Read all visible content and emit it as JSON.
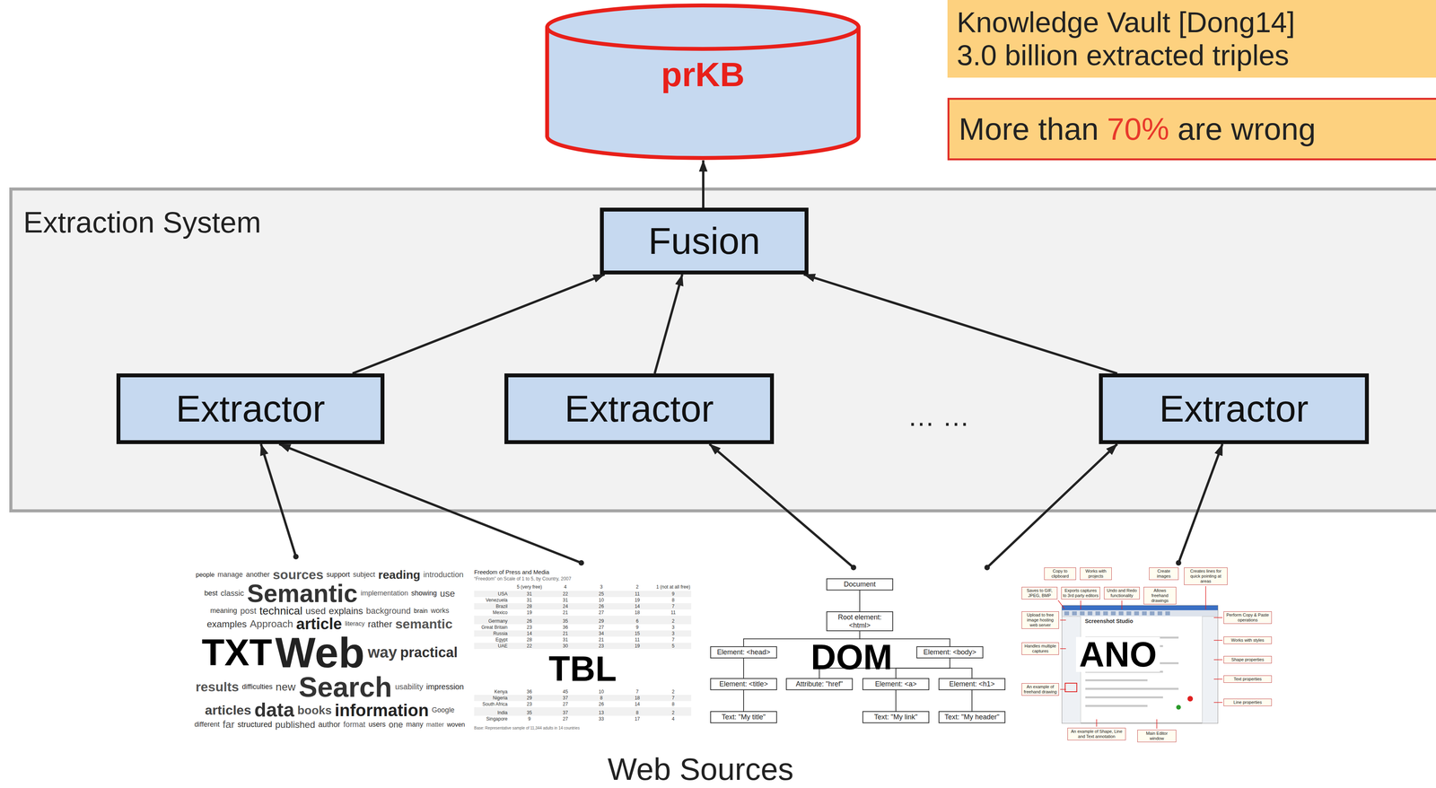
{
  "diagram": {
    "nodes": [
      {
        "text": [
          "prKB"
        ]
      },
      {
        "text": [
          "Knowledge Vault [Dong14]",
          "3.0 billion extracted triples"
        ]
      },
      {
        "text": [
          "More than",
          "70%",
          "are wrong"
        ]
      },
      {
        "text": [
          "Extraction System"
        ]
      },
      {
        "text": [
          "Fusion"
        ],
        "in": 3
      },
      {
        "text": [
          "Extractor"
        ],
        "in": 3
      },
      {
        "text": [
          "Extractor"
        ],
        "in": 3
      },
      {
        "text": [
          "Extractor"
        ],
        "in": 3
      },
      {
        "text": [
          "TXT"
        ]
      },
      {
        "text": [
          "TBL"
        ]
      },
      {
        "text": [
          "DOM"
        ]
      },
      {
        "text": [
          "ANO"
        ]
      }
    ],
    "edges": [
      {
        "from": 4,
        "to": 0,
        "arrow": "to"
      },
      {
        "from": 5,
        "to": 4,
        "arrow": "to"
      },
      {
        "from": 6,
        "to": 4,
        "arrow": "to"
      },
      {
        "from": 7,
        "to": 4,
        "arrow": "to"
      },
      {
        "from": 8,
        "to": 5,
        "arrow": "to"
      },
      {
        "from": 9,
        "to": 5,
        "arrow": "to"
      },
      {
        "from": 10,
        "to": 6,
        "arrow": "to"
      },
      {
        "from": 10,
        "to": 7,
        "arrow": "to"
      },
      {
        "from": 11,
        "to": 7,
        "arrow": "to"
      }
    ],
    "labels": [
      "… …",
      "Web Sources",
      "people",
      "manage",
      "another",
      "sources",
      "support",
      "subject",
      "reading",
      "introduction",
      "best",
      "classic",
      "Semantic",
      "implementation",
      "showing",
      "use",
      "meaning",
      "post",
      "technical",
      "used",
      "explains",
      "background",
      "brain",
      "works",
      "examples",
      "Approach",
      "article",
      "literacy",
      "rather",
      "semantic",
      "Web",
      "way",
      "practical",
      "results",
      "difficulties",
      "new",
      "Search",
      "usability",
      "impression",
      "articles",
      "data",
      "books",
      "information",
      "Google",
      "different",
      "far",
      "structured",
      "published",
      "author",
      "format",
      "users",
      "one",
      "many",
      "matter",
      "woven",
      "Freedom of Press and Media",
      "“Freedom” on Scale of 1 to 5, by Country, 2007",
      "5 (very free)",
      "4",
      "3",
      "2",
      "1 (not at all free)",
      "USA",
      "31",
      "22",
      "25",
      "11",
      "9",
      "Venezuela",
      "31",
      "31",
      "10",
      "19",
      "8",
      "Brazil",
      "28",
      "24",
      "26",
      "14",
      "7",
      "Mexico",
      "19",
      "21",
      "27",
      "18",
      "11",
      "Germany",
      "26",
      "35",
      "29",
      "6",
      "2",
      "Great Britain",
      "23",
      "36",
      "27",
      "9",
      "3",
      "Russia",
      "14",
      "21",
      "34",
      "15",
      "3",
      "Egypt",
      "28",
      "31",
      "21",
      "11",
      "7",
      "UAE",
      "22",
      "30",
      "23",
      "19",
      "5",
      "Kenya",
      "36",
      "45",
      "10",
      "7",
      "2",
      "Nigeria",
      "29",
      "37",
      "8",
      "18",
      "7",
      "South Africa",
      "23",
      "27",
      "26",
      "14",
      "8",
      "India",
      "35",
      "37",
      "13",
      "8",
      "2",
      "Singapore",
      "9",
      "27",
      "33",
      "17",
      "4",
      "Base: Representative sample of 11,344 adults in 14 countries",
      "Document",
      "Root element: <html>",
      "Element: <head>",
      "Element: <body>",
      "Element: <title>",
      "Attribute: \"href\"",
      "Element: <a>",
      "Element: <h1>",
      "Text: \"My title\"",
      "Text: \"My link\"",
      "Text: \"My header\"",
      "Screenshot Studio",
      "Copy to clipboard",
      "Works with projects",
      "Create images",
      "Creates lines for quick pointing at areas",
      "Saves to GIF, JPEG, BMP",
      "Exports captures to 3rd party editors",
      "Undo and Redo functionality",
      "Allows freehand drawings",
      "Upload to free image hosting web server",
      "Handles multiple captures",
      "An example of freehand drawing",
      "Perform Copy & Paste operations",
      "Works with styles",
      "Shape properties",
      "Text properties",
      "Line properties",
      "An example of Shape, Line and Text annotation",
      "Main Editor window"
    ]
  }
}
